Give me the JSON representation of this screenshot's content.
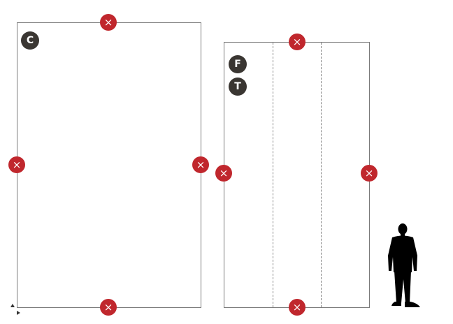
{
  "panels": [
    {
      "badges": [
        "C"
      ]
    },
    {
      "badges": [
        "F",
        "T"
      ]
    }
  ],
  "remove_icon": "×",
  "colors": {
    "remove": "#c0272d",
    "badge": "#3a3632",
    "outline": "#7a7a7a"
  },
  "icons": {
    "remove": "close-icon",
    "axis": "axis-arrows-icon",
    "scale": "person-silhouette-icon"
  }
}
